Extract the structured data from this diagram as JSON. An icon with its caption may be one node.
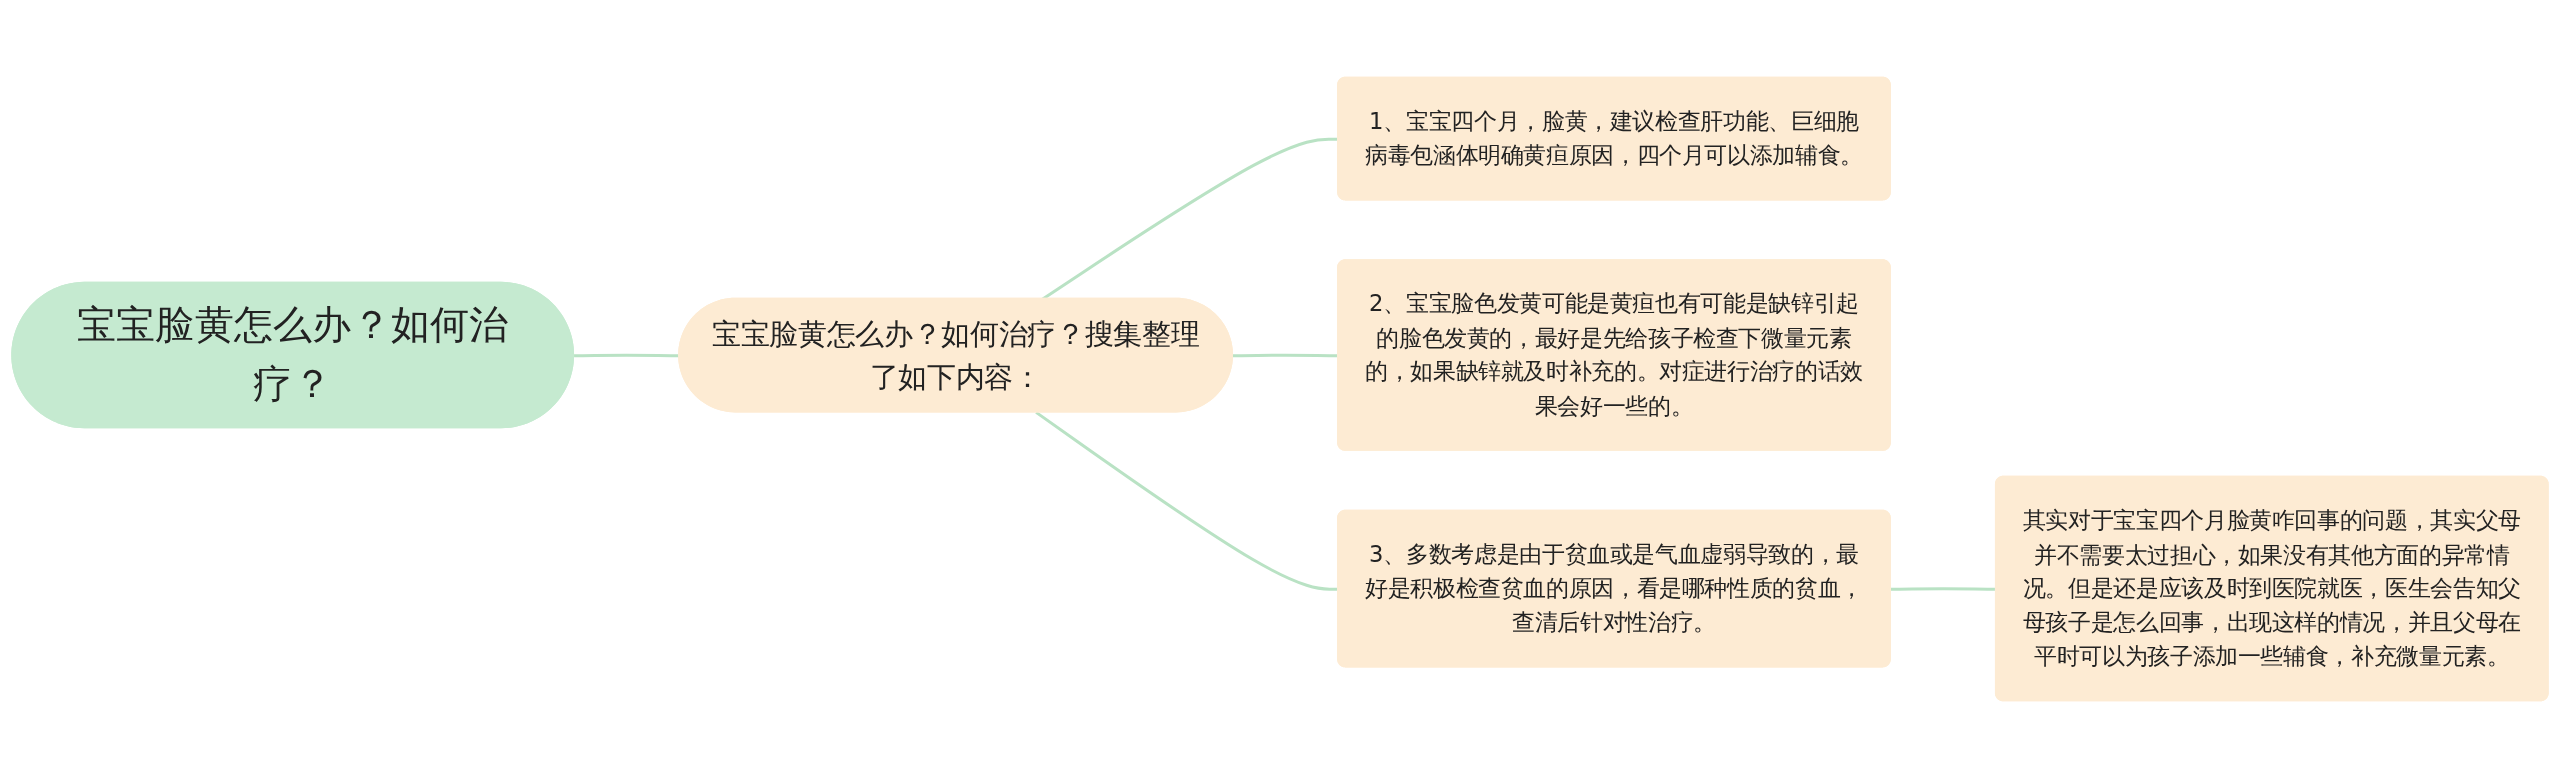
{
  "diagram": {
    "nodes": [
      {
        "text": [
          "宝宝脸黄怎么办？如何治疗？"
        ]
      },
      {
        "text": [
          "宝宝脸黄怎么办？如何治疗？搜集整理了如下内容："
        ]
      },
      {
        "text": [
          "1、宝宝四个月，脸黄，建议检查肝功能、巨细胞病毒包涵体明确黄疸原因，四个月可以添加辅食。"
        ]
      },
      {
        "text": [
          "2、宝宝脸色发黄可能是黄疸也有可能是缺锌引起的脸色发黄的，最好是先给孩子检查下微量元素的，如果缺锌就及时补充的。对症进行治疗的话效果会好一些的。"
        ]
      },
      {
        "text": [
          "3、多数考虑是由于贫血或是气血虚弱导致的，最好是积极检查贫血的原因，看是哪种性质的贫血，查清后针对性治疗。"
        ]
      },
      {
        "text": [
          "其实对于宝宝四个月脸黄咋回事的问题，其实父母并不需要太过担心，如果没有其他方面的异常情况。但是还是应该及时到医院就医，医生会告知父母孩子是怎么回事，出现这样的情况，并且父母在平时可以为孩子添加一些辅食，补充微量元素。"
        ]
      }
    ],
    "edges": [
      {
        "from": 0,
        "to": 1,
        "arrow": "none"
      },
      {
        "from": 1,
        "to": 2,
        "arrow": "none"
      },
      {
        "from": 1,
        "to": 3,
        "arrow": "none"
      },
      {
        "from": 1,
        "to": 4,
        "arrow": "none"
      },
      {
        "from": 4,
        "to": 5,
        "arrow": "none"
      }
    ]
  }
}
